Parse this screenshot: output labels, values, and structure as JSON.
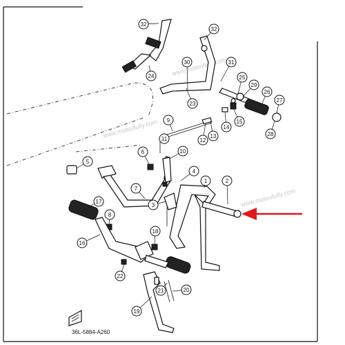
{
  "diagram": {
    "part_code": "36L-5884-A260",
    "watermark": "www.motoufully.com",
    "accent_color": "#e3151a",
    "callouts": [
      {
        "number": "1"
      },
      {
        "number": "2"
      },
      {
        "number": "3"
      },
      {
        "number": "4"
      },
      {
        "number": "5"
      },
      {
        "number": "6"
      },
      {
        "number": "7"
      },
      {
        "number": "8"
      },
      {
        "number": "9"
      },
      {
        "number": "10"
      },
      {
        "number": "11"
      },
      {
        "number": "12"
      },
      {
        "number": "13"
      },
      {
        "number": "14"
      },
      {
        "number": "15"
      },
      {
        "number": "16"
      },
      {
        "number": "17"
      },
      {
        "number": "18"
      },
      {
        "number": "19"
      },
      {
        "number": "20"
      },
      {
        "number": "21"
      },
      {
        "number": "22"
      },
      {
        "number": "23"
      },
      {
        "number": "24"
      },
      {
        "number": "25"
      },
      {
        "number": "26"
      },
      {
        "number": "27"
      },
      {
        "number": "28"
      },
      {
        "number": "29"
      },
      {
        "number": "30"
      },
      {
        "number": "31"
      },
      {
        "number": "32"
      },
      {
        "number": "32"
      }
    ]
  }
}
